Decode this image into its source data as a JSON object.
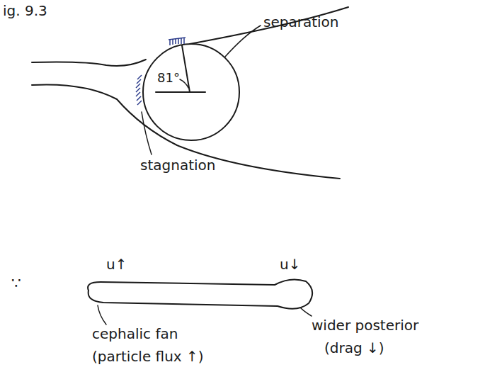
{
  "diagram": {
    "title": "ig. 9.3",
    "labels": [
      "81°",
      "separation",
      "stagnation",
      "∵",
      "u↑",
      "u↓",
      "cephalic fan",
      "(particle flux ↑)",
      "wider posterior",
      "(drag ↓)"
    ]
  }
}
